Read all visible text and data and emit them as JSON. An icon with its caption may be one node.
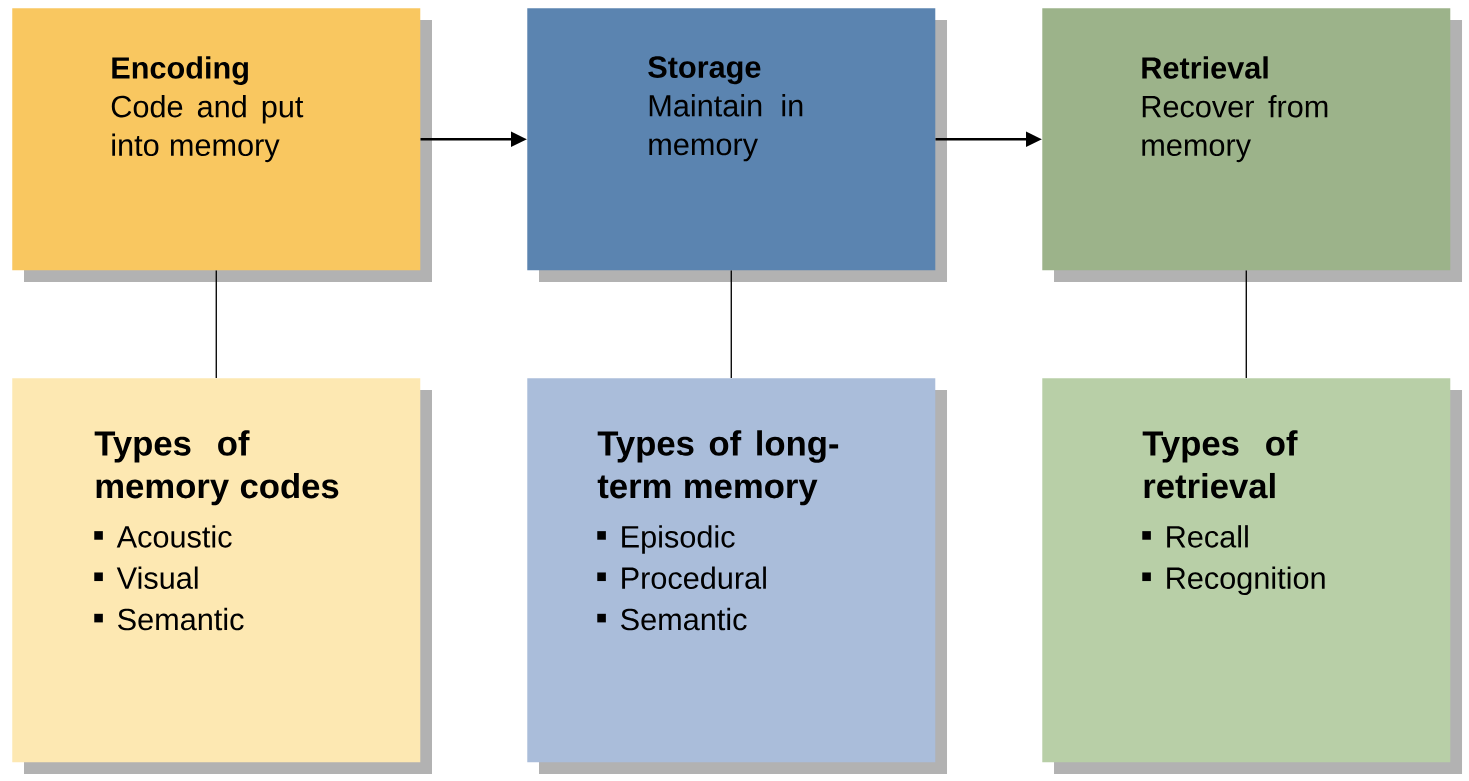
{
  "diagram": {
    "nodes": [
      {
        "text": [
          "Encoding",
          "Code and put into memory"
        ]
      },
      {
        "text": [
          "Storage",
          "Maintain in memory"
        ]
      },
      {
        "text": [
          "Retrieval",
          "Recover from memory"
        ]
      },
      {
        "text": [
          "Types of memory codes",
          "Acoustic",
          "Visual",
          "Semantic"
        ]
      },
      {
        "text": [
          "Types of long-term memory",
          "Episodic",
          "Procedural",
          "Semantic"
        ]
      },
      {
        "text": [
          "Types of retrieval",
          "Recall",
          "Recognition"
        ]
      }
    ],
    "edges": [
      {
        "from": 0,
        "to": 1,
        "arrow": "to"
      },
      {
        "from": 1,
        "to": 2,
        "arrow": "to"
      },
      {
        "from": 0,
        "to": 3,
        "arrow": "none"
      },
      {
        "from": 1,
        "to": 4,
        "arrow": "none"
      },
      {
        "from": 2,
        "to": 5,
        "arrow": "none"
      }
    ]
  }
}
